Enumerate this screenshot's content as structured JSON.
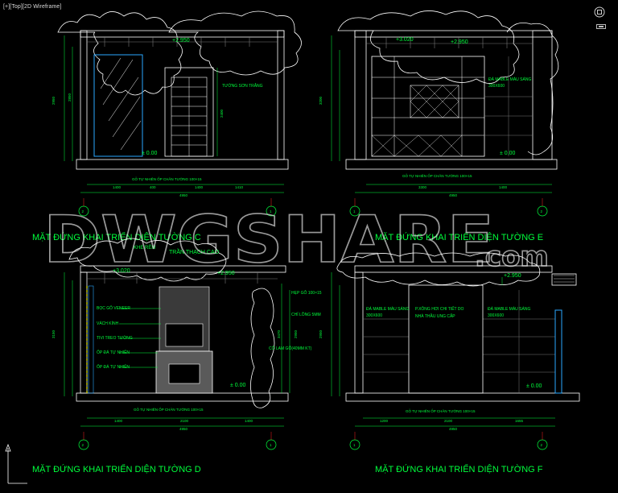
{
  "viewport": {
    "label": "[+][Top][2D Wireframe]"
  },
  "watermark": {
    "main": "DWGSHARE",
    "suffix": ".com"
  },
  "colors": {
    "background": "#000000",
    "green": "#00ff3c",
    "white": "#ffffff",
    "cyan": "#2aa7ff",
    "yellow": "#e6e600",
    "red": "#ff2020",
    "grey": "#7a7a7a"
  },
  "panels": {
    "c": {
      "title": "MẶT ĐỨNG KHAI TRIỂN DIỆN TƯỜNG C",
      "level_top": "+2.950",
      "level_floor": "± 0.00",
      "note_wall": "TƯỜNG SƠN TRẮNG",
      "note_baseboard": "GỖ TỰ NHIÊN ỐP CHÂN TƯỜNG 100×15",
      "dims_bottom": [
        "1400",
        "400",
        "1400",
        "1410"
      ],
      "dim_total": "4950",
      "dims_left": [
        "2950"
      ],
      "dims_inner": [
        "2850",
        "2400"
      ],
      "axis_left": "2",
      "axis_right": "1"
    },
    "e": {
      "title": "MẶT ĐỨNG KHAI TRIỂN DIỆN TƯỜNG E",
      "level_top": "+2.950",
      "level_top2": "+3.020",
      "level_floor": "± 0.00",
      "note_marble": "ĐÁ MABLE MÀU SÁNG",
      "note_marble_size": "300X600",
      "note_baseboard": "GỖ TỰ NHIÊN ỐP CHÂN TƯỜNG 100×15",
      "dims_bottom": [
        "3300",
        "1400"
      ],
      "dim_total": "4950",
      "dims_left": [
        "3200"
      ],
      "axis_left": "1",
      "axis_right": "2"
    },
    "d": {
      "title": "MẶT ĐỨNG KHAI TRIỂN DIỆN TƯỜNG D",
      "top_note1": "TRẦN THẠCH CAO",
      "top_note2": "KHE RÈM",
      "level_top": "+2.950",
      "level_top2": "+3.020",
      "level_floor": "± 0.00",
      "labels_left": [
        "BỌC GỖ VENEER",
        "VÁCH KÍNH",
        "TIVI TREO TƯỜNG",
        "ỐP ĐÁ TỰ NHIÊN",
        "ỐP ĐÁ TỰ NHIÊN"
      ],
      "labels_right": [
        "HẸP GỖ 100×15",
        "CHỈ LỒNG 5MM",
        "CÔ LAM GỖ(40MM KT)"
      ],
      "note_baseboard": "GỖ TỰ NHIÊN ỐP CHÂN TƯỜNG 100×15",
      "dims_bottom": [
        "1400",
        "2100",
        "1400"
      ],
      "dim_total": "4950",
      "dims_left": [
        "3150"
      ],
      "dims_right": [
        "3470",
        "2950"
      ],
      "axis_left": "2",
      "axis_right": "1"
    },
    "f": {
      "title": "MẶT ĐỨNG KHAI TRIỂN DIỆN TƯỜNG F",
      "level_top": "+2.950",
      "level_floor": "± 0.00",
      "note_marble_left": "ĐÁ MABLE MÀU SÁNG",
      "note_marble_left_size": "300X600",
      "note_sauna": "P.XÔNG HƠI CHI TIẾT DO",
      "note_sauna2": "NHÀ THẦU UNG CẤP",
      "note_marble_right": "ĐÁ MABLE MÀU SÁNG",
      "note_marble_right_size": "300X600",
      "note_baseboard": "GỖ TỰ NHIÊN ỐP CHÂN TƯỜNG 100×15",
      "dims_bottom": [
        "1200",
        "2100",
        "1655"
      ],
      "dim_total": "4950",
      "dims_left": [
        "2950"
      ],
      "axis_left": "1",
      "axis_right": "2"
    }
  }
}
